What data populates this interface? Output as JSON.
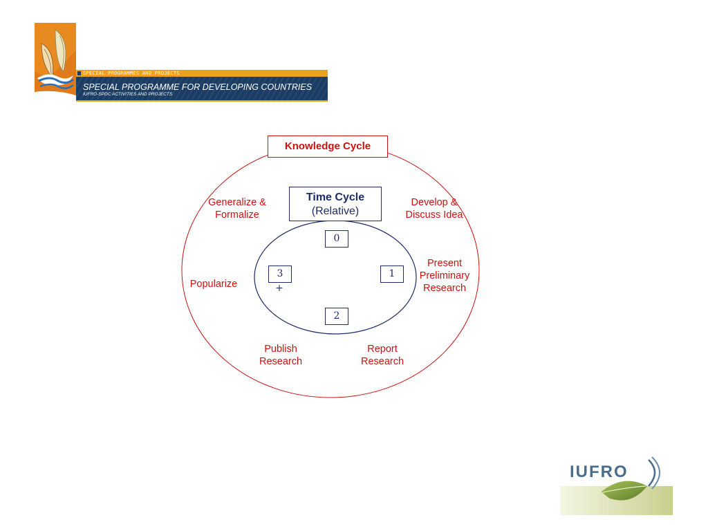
{
  "header": {
    "top_strip": "SPECIAL PROGRAMMES AND PROJECTS",
    "title": "SPECIAL PROGRAMME FOR DEVELOPING COUNTRIES",
    "subtitle": "IUFRO-SPDC ACTIVITIES AND PROJECTS"
  },
  "diagram": {
    "knowledge_cycle": {
      "title": "Knowledge Cycle",
      "color": "#cc1111",
      "stages": {
        "develop": "Develop &\nDiscuss Idea",
        "present": "Present\nPreliminary\nResearch",
        "report": "Report\nResearch",
        "publish": "Publish\nResearch",
        "popularize": "Popularize",
        "generalize": "Generalize &\nFormalize"
      }
    },
    "time_cycle": {
      "title": "Time Cycle",
      "subtitle": "(Relative)",
      "color": "#1f2a6b",
      "steps": {
        "s0": "0",
        "s1": "1",
        "s2": "2",
        "s3": "3",
        "s3_suffix": "+"
      }
    }
  },
  "footer": {
    "logo_text": "IUFRO",
    "logo_color": "#4a6d8c",
    "logo_band_color": "#d7dcaa"
  }
}
